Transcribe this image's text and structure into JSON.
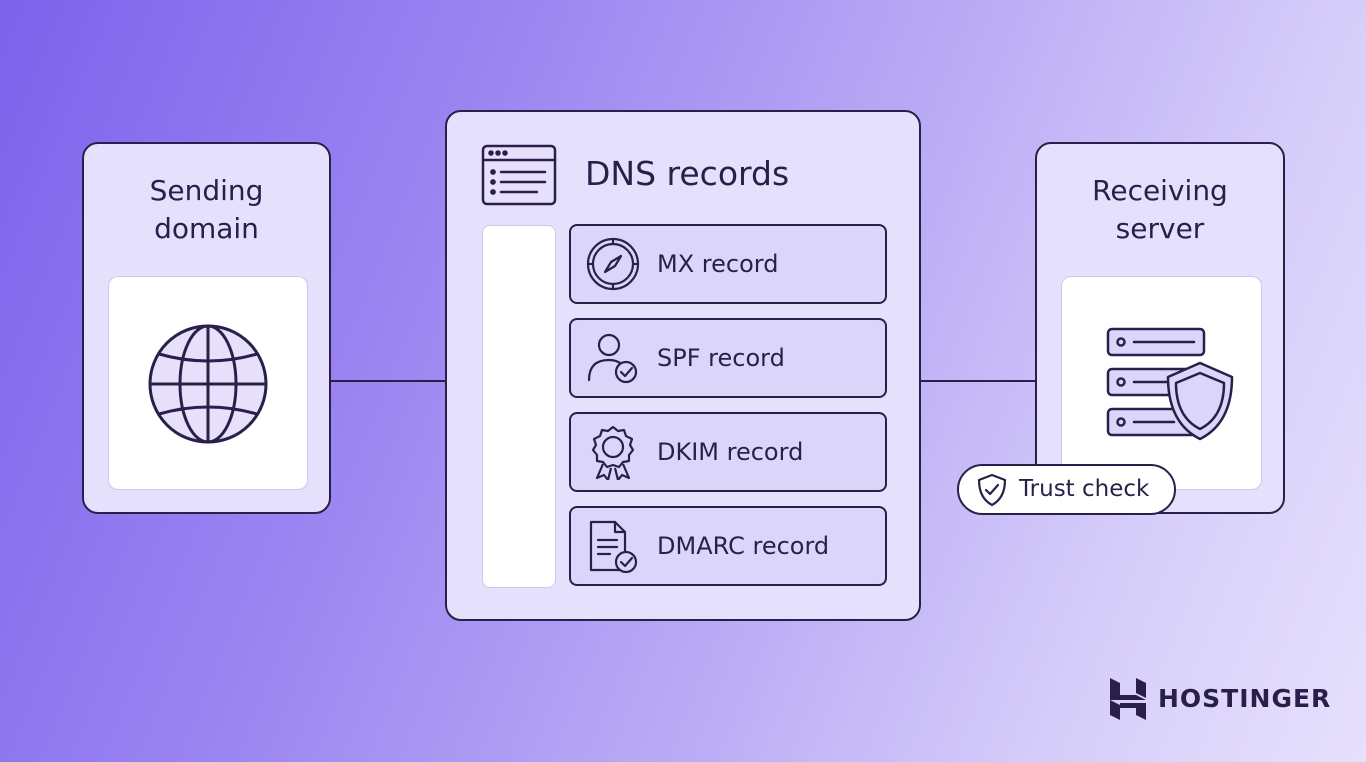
{
  "sending": {
    "title": "Sending domain"
  },
  "dns": {
    "title": "DNS records"
  },
  "records": [
    {
      "label": "MX record",
      "icon": "compass-icon"
    },
    {
      "label": "SPF record",
      "icon": "user-check-icon"
    },
    {
      "label": "DKIM record",
      "icon": "award-ribbon-icon"
    },
    {
      "label": "DMARC record",
      "icon": "document-check-icon"
    }
  ],
  "receiving": {
    "title": "Receiving server"
  },
  "trust": {
    "label": "Trust check"
  },
  "brand": {
    "name": "HOSTINGER"
  },
  "colors": {
    "ink": "#2a1f4a",
    "card": "#e5e0fb",
    "record": "#dcd5fa",
    "accent": "#673de6"
  }
}
